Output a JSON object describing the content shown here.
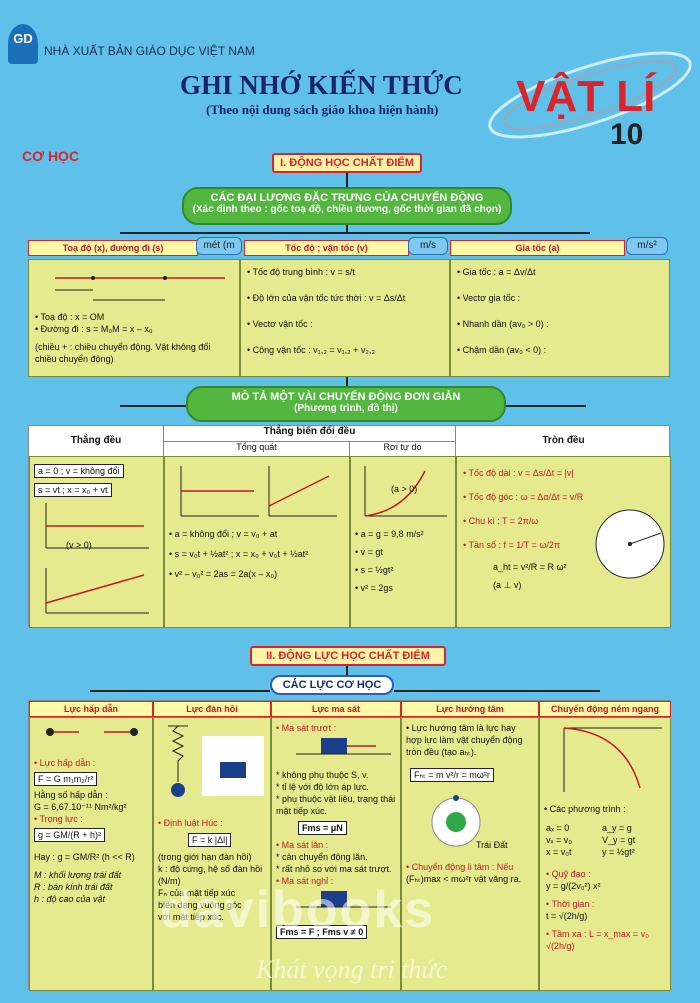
{
  "header": {
    "logo_text": "GD",
    "publisher": "NHÀ XUẤT BẢN GIÁO DỤC VIỆT NAM",
    "title": "GHI NHỚ KIẾN THỨC",
    "subtitle": "(Theo nội dung sách giáo khoa hiện hành)",
    "subject": "VẬT LÍ",
    "grade": "10"
  },
  "section_label": "CƠ HỌC",
  "part1": {
    "title": "I. ĐỘNG HỌC CHẤT ĐIỂM",
    "quantities": {
      "title": "CÁC ĐẠI LƯỢNG ĐẶC TRƯNG CỦA CHUYỂN ĐỘNG",
      "subtitle": "(Xác định theo : gốc toạ độ, chiều dương, gốc thời gian đã chọn)",
      "col1_head": "Toạ độ (x), đường đi (s)",
      "col1_unit": "mét (m",
      "col2_head": "Tốc độ ; vận tốc (v)",
      "col2_unit": "m/s",
      "col3_head": "Gia tốc (a)",
      "col3_unit": "m/s²",
      "col1_lines": [
        "• Toạ độ : x = OM",
        "• Đường đi : s = M₀M = x – x₀",
        "(chiều + : chiều chuyển động. Vật không đổi chiều chuyển động)"
      ],
      "col2_lines": [
        "• Tốc độ trung bình : v = s/t",
        "• Độ lớn của vận tốc tức thời : v = Δs/Δt",
        "• Vectơ vận tốc :",
        "• Công vận tốc : v₁,₃ = v₁,₂ + v₂,₃"
      ],
      "col3_lines": [
        "• Gia tốc : a = Δv/Δt",
        "• Vectơ gia tốc :",
        "• Nhanh dần (av₀ > 0) :",
        "• Chậm dần (av₀ < 0) :"
      ]
    },
    "motions": {
      "title": "MÔ TẢ MỘT VÀI CHUYỂN ĐỘNG ĐƠN GIẢN",
      "subtitle": "(Phương trình, đồ thị)",
      "col_uniform": "Thẳng đều",
      "col_accel": "Thẳng biến đổi đều",
      "sub_general": "Tổng quát",
      "sub_freefall": "Rơi tự do",
      "col_circular": "Tròn đều",
      "uniform_lines": [
        "a = 0 ; v = không đổi",
        "s = vt ; x = x₀ + vt"
      ],
      "general_lines": [
        "• a = không đổi ; v = v₀ + at",
        "• s = v₀t + ½at² ; x = x₀ + v₀t + ½at²",
        "• v² – v₀² = 2as = 2a(x – x₀)"
      ],
      "freefall_lines": [
        "• a = g = 9,8 m/s²",
        "• v = gt",
        "• s = ½gt²",
        "• v² = 2gs"
      ],
      "circular_lines": [
        "• Tốc độ dài : v = Δs/Δt = |v|",
        "• Tốc độ góc : ω = Δα/Δt = v/R",
        "• Chu kì : T = 2π/ω",
        "• Tần số : f = 1/T = ω/2π",
        "a_ht = v²/R = R ω²",
        "(a ⊥ v)"
      ],
      "graph_labels": {
        "v_pos": "(v > 0)",
        "a_pos": "(a > 0)"
      }
    }
  },
  "part2": {
    "title": "II. ĐỘNG LỰC HỌC CHẤT ĐIỂM",
    "forces_title": "CÁC LỰC CƠ HỌC",
    "cols": [
      "Lực hấp dẫn",
      "Lực đàn hồi",
      "Lực ma sát",
      "Lực hướng tâm",
      "Chuyển động ném ngang"
    ],
    "gravity_lines": [
      "• Lực hấp dẫn :",
      "F = G m₁m₂/r²",
      "Hằng số hấp dẫn :",
      "G = 6,67.10⁻¹¹ Nm²/kg²",
      "• Trọng lực :",
      "g = GM/(R + h)²",
      "Hay : g = GM/R²   (h << R)",
      "M : khối lượng trái đất",
      "R : bán kính trái đất",
      "h : độ cao của vật"
    ],
    "elastic_lines": [
      "• Định luật Húc :",
      "F = k |Δl|",
      "(trong giới hạn đàn hồi)",
      "k : độ cứng, hệ số đàn hồi",
      "(N/m)",
      "Fₙ của mặt tiếp xúc",
      "biến dạng vuông góc",
      "với mặt tiếp xúc."
    ],
    "friction_lines": [
      "• Ma sát trượt :",
      "* không phụ thuộc S, v.",
      "* tỉ lệ với độ lớn áp lực.",
      "* phụ thuộc vật liệu, trạng thái mặt tiếp xúc.",
      "Fms = μN",
      "• Ma sát lăn :",
      "* cản chuyển động lăn.",
      "* rất nhỏ so với ma sát trượt.",
      "• Ma sát nghỉ :",
      "Fms = F ; Fms v ≠ 0"
    ],
    "centripetal_lines": [
      "• Lực hướng tâm là lực hay hợp lực làm vật chuyển động tròn đều (tạo aₕₜ).",
      "Fₕₜ = m v²/r = mω²r",
      "Trái Đất",
      "• Chuyển động li tâm : Nếu",
      "(Fₕₜ)max < mω²r vật văng ra."
    ],
    "projectile_lines": [
      "• Các phương trình :",
      "aₓ = 0",
      "vₓ = v₀",
      "x = v₀t",
      "a_y = g",
      "V_y = gt",
      "y = ½gt²",
      "• Quỹ đạo :",
      "y = g/(2v₀²) x²",
      "• Thời gian :",
      "t = √(2h/g)",
      "• Tầm xa : L = x_max = v₀ √(2h/g)"
    ]
  },
  "watermark": {
    "brand": "davibooks",
    "tagline": "Khát vọng tri thức"
  },
  "colors": {
    "background": "#5fc1ea",
    "title": "#19246b",
    "accent_red": "#d8242b",
    "panel": "#e6ea8f",
    "banner_green": "#52b63f"
  }
}
